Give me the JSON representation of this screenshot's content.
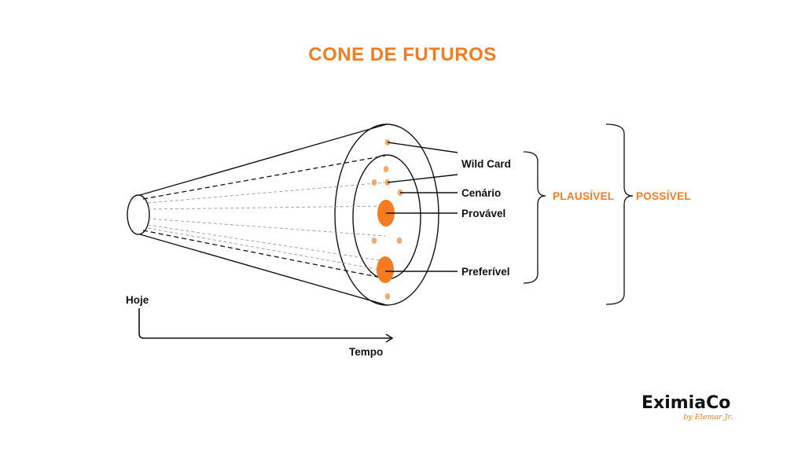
{
  "title": "CONE DE FUTUROS",
  "labels": {
    "wild_card": "Wild Card",
    "cenario": "Cenário",
    "provavel": "Provável",
    "preferivel": "Preferível"
  },
  "groups": {
    "plausivel": "PLAUSÍVEL",
    "possivel": "POSSÍVEL"
  },
  "axis": {
    "origin_label": "Hoje",
    "time_label": "Tempo"
  },
  "logo": {
    "name": "EximiaCo",
    "byline": "by Elemar Jr."
  },
  "colors": {
    "accent": "#F47B20",
    "dot_light": "#F2A86A",
    "ink": "#111111",
    "dashes": "#9a9a9a"
  }
}
